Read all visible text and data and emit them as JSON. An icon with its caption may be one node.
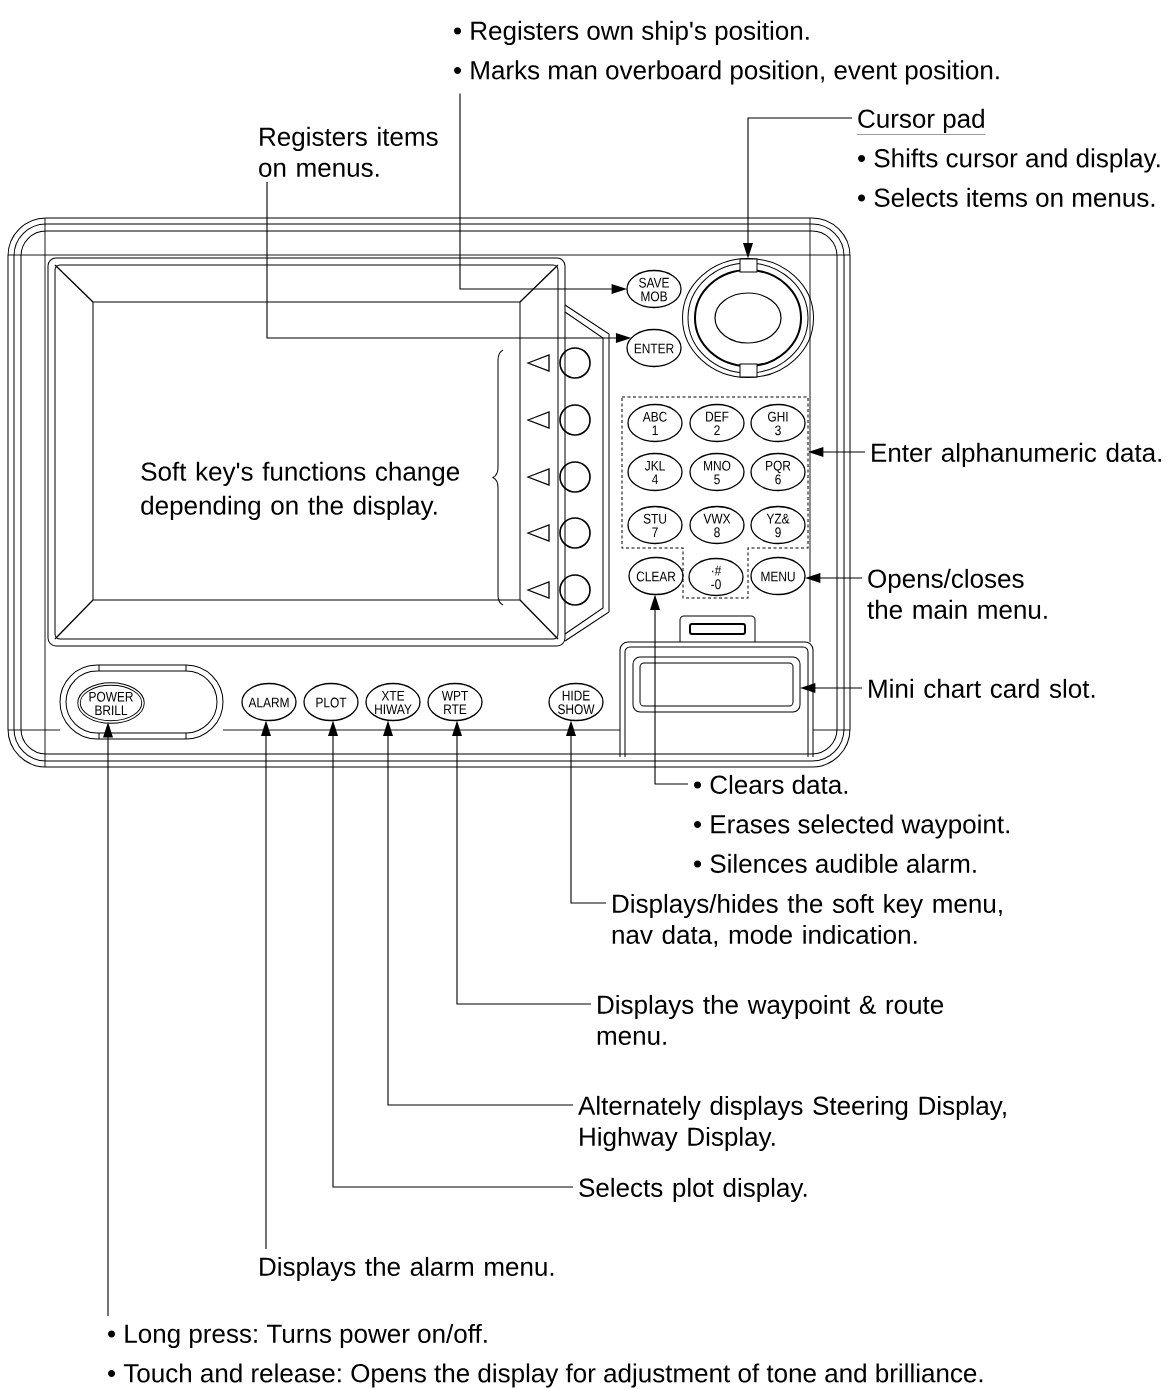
{
  "diagram": {
    "nodes": [
      {
        "text": [
          "• Registers own ship's position.",
          "• Marks man overboard position, event position."
        ]
      },
      {
        "text": [
          "Registers items on menus."
        ]
      },
      {
        "text": [
          "Cursor pad",
          "• Shifts cursor and display.",
          "• Selects items on menus."
        ]
      },
      {
        "text": [
          "SAVE",
          "MOB"
        ]
      },
      {
        "text": [],
        "shape": "circle"
      },
      {
        "text": [
          "ENTER"
        ]
      },
      {
        "text": [],
        "shape": "circle"
      },
      {
        "text": [],
        "shape": "circle"
      },
      {
        "text": [],
        "shape": "circle"
      },
      {
        "text": [],
        "shape": "circle"
      },
      {
        "text": [],
        "shape": "circle"
      },
      {
        "text": [],
        "shape": "box"
      },
      {
        "text": [
          "ABC",
          "1"
        ],
        "in": 11
      },
      {
        "text": [
          "DEF",
          "2"
        ],
        "in": 11
      },
      {
        "text": [
          "GHI",
          "3"
        ],
        "in": 11
      },
      {
        "text": [
          "JKL",
          "4"
        ],
        "in": 11
      },
      {
        "text": [
          "MNO",
          "5"
        ],
        "in": 11
      },
      {
        "text": [
          "PQR",
          "6"
        ],
        "in": 11
      },
      {
        "text": [
          "STU",
          "7"
        ],
        "in": 11
      },
      {
        "text": [
          "VWX",
          "8"
        ],
        "in": 11
      },
      {
        "text": [
          "YZ&",
          "9"
        ],
        "in": 11
      },
      {
        "text": [
          "CLEAR"
        ]
      },
      {
        "text": [
          "·#",
          "-0"
        ],
        "in": 11
      },
      {
        "text": [
          "MENU"
        ]
      },
      {
        "text": [
          "Enter alphanumeric data."
        ]
      },
      {
        "text": [
          "Opens/closes the main menu."
        ]
      },
      {
        "text": [],
        "shape": "box"
      },
      {
        "text": [
          "Mini chart card slot."
        ]
      },
      {
        "text": [
          "POWER",
          "BRILL"
        ]
      },
      {
        "text": [
          "ALARM"
        ]
      },
      {
        "text": [
          "PLOT"
        ]
      },
      {
        "text": [
          "XTE",
          "HIWAY"
        ]
      },
      {
        "text": [
          "WPT",
          "RTE"
        ]
      },
      {
        "text": [
          "HIDE",
          "SHOW"
        ]
      },
      {
        "text": [
          "• Clears data.",
          "• Erases selected waypoint.",
          "• Silences audible alarm."
        ]
      },
      {
        "text": [
          "Displays/hides the soft key menu, nav data, mode indication."
        ]
      },
      {
        "text": [
          "Displays the waypoint & route menu."
        ]
      },
      {
        "text": [
          "Alternately displays Steering Display, Highway Display."
        ]
      },
      {
        "text": [
          "Selects plot display."
        ]
      },
      {
        "text": [
          "Displays the alarm menu."
        ]
      },
      {
        "text": [
          "• Long press: Turns power on/off.",
          "• Touch and release: Opens the display for adjustment of tone and brilliance."
        ]
      }
    ],
    "edges": [
      {
        "from": 0,
        "to": 3,
        "arrow": "to"
      },
      {
        "from": 1,
        "to": 5,
        "arrow": "to"
      },
      {
        "from": 2,
        "to": 4,
        "arrow": "to"
      },
      {
        "from": 24,
        "to": 11,
        "arrow": "to"
      },
      {
        "from": 25,
        "to": 23,
        "arrow": "to"
      },
      {
        "from": 27,
        "to": 26,
        "arrow": "to"
      },
      {
        "from": 34,
        "to": 21,
        "arrow": "to"
      },
      {
        "from": 35,
        "to": 33,
        "arrow": "to"
      },
      {
        "from": 36,
        "to": 32,
        "arrow": "to"
      },
      {
        "from": 37,
        "to": 31,
        "arrow": "to"
      },
      {
        "from": 38,
        "to": 30,
        "arrow": "to"
      },
      {
        "from": 39,
        "to": 29,
        "arrow": "to"
      },
      {
        "from": 40,
        "to": 28,
        "arrow": "to"
      }
    ],
    "labels": [
      "Soft key's functions change depending on the display."
    ]
  }
}
